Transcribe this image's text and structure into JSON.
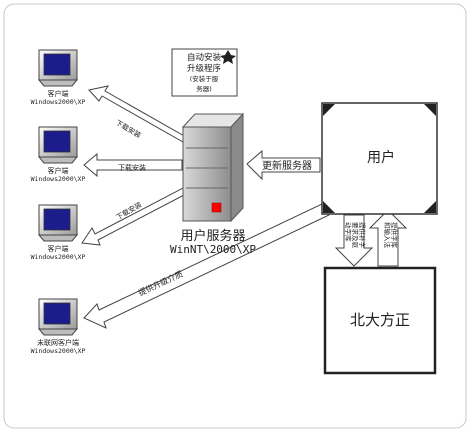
{
  "server": {
    "note_line1": "自动安装",
    "note_line2": "升级程序",
    "note_line3": "(安装于服",
    "note_line4": "务器)",
    "label_line1": "用户服务器",
    "label_line2": "WinNT\\2000\\XP"
  },
  "clients": [
    {
      "line1": "客户端",
      "line2": "Windows2000\\XP",
      "arrow_label": "下载安装"
    },
    {
      "line1": "客户端",
      "line2": "Windows2000\\XP",
      "arrow_label": "下载安装"
    },
    {
      "line1": "客户端",
      "line2": "Windows2000\\XP",
      "arrow_label": "下载安装"
    },
    {
      "line1": "未联网客户端",
      "line2": "Windows2000\\XP",
      "arrow_label": "提供升级介质"
    }
  ],
  "user": {
    "label": "用户",
    "update_arrow_label": "更新服务器"
  },
  "founder": {
    "label": "北大方正"
  },
  "arrows": {
    "down_line1": "提供补字",
    "down_line2": "要求及驱",
    "down_line3": "动字库",
    "up_line1": "提供字库",
    "up_line2": "和输入法"
  }
}
